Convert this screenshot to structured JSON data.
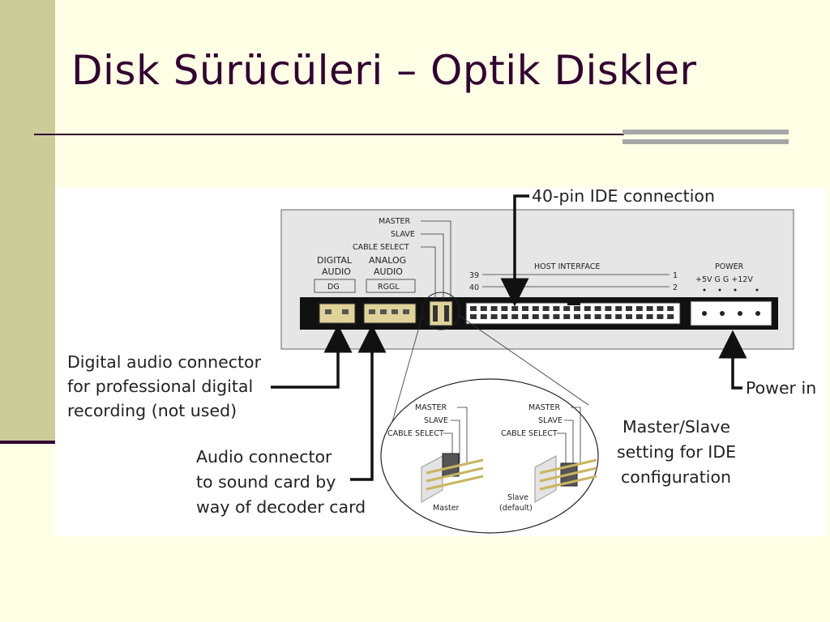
{
  "slide": {
    "title": "Disk Sürücüleri – Optik Diskler"
  },
  "diagram": {
    "ide_label": "40-pin IDE connection",
    "jumper_master": "MASTER",
    "jumper_slave": "SLAVE",
    "jumper_cable_select": "CABLE SELECT",
    "digital_audio_line1": "DIGITAL",
    "digital_audio_line2": "AUDIO",
    "digital_audio_pins": "DG",
    "analog_audio_line1": "ANALOG",
    "analog_audio_line2": "AUDIO",
    "analog_audio_pins": "RGGL",
    "host_interface": "HOST INTERFACE",
    "pin_39": "39",
    "pin_40": "40",
    "pin_1": "1",
    "pin_2": "2",
    "power_label": "POWER",
    "power_pins": "+5V  G  G  +12V",
    "digital_connector_line1": "Digital audio connector",
    "digital_connector_line2": "for professional digital",
    "digital_connector_line3": "recording (not used)",
    "audio_connector_line1": "Audio connector",
    "audio_connector_line2": "to sound card by",
    "audio_connector_line3": "way of decoder card",
    "power_in": "Power in",
    "ms_setting_line1": "Master/Slave",
    "ms_setting_line2": "setting for IDE",
    "ms_setting_line3": "configuration",
    "detail_master": "Master",
    "detail_slave_line1": "Slave",
    "detail_slave_line2": "(default)"
  }
}
